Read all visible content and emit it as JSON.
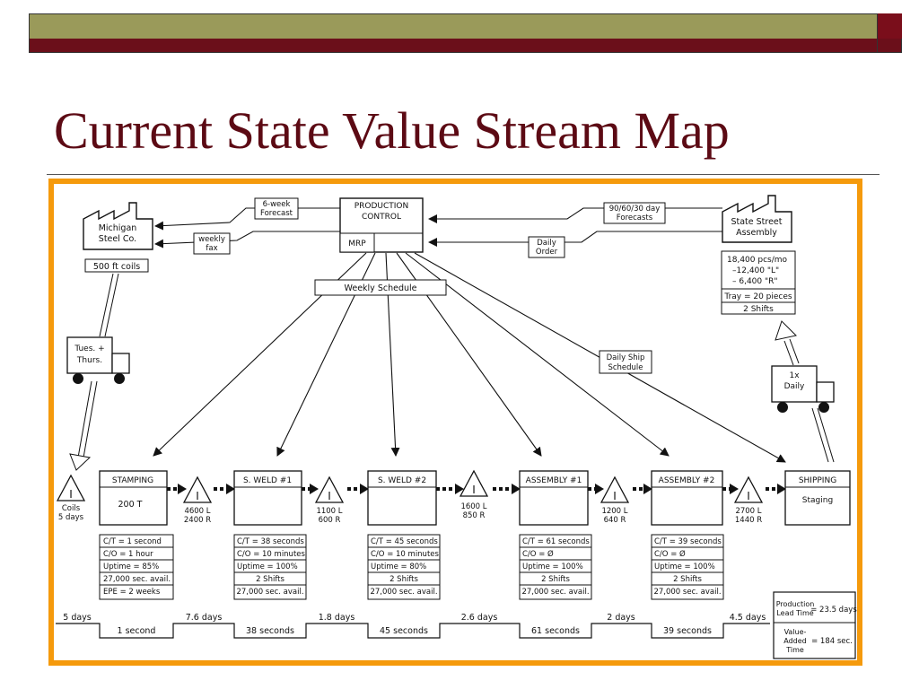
{
  "slide": {
    "title": "Current State Value Stream Map"
  },
  "supplier": {
    "name_line1": "Michigan",
    "name_line2": "Steel Co.",
    "coil_label": "500 ft coils"
  },
  "customer": {
    "name_line1": "State Street",
    "name_line2": "Assembly",
    "data": [
      "18,400 pcs/mo",
      "–12,400 \"L\"",
      "– 6,400 \"R\"",
      "Tray = 20 pieces",
      "2 Shifts"
    ]
  },
  "control": {
    "label_line1": "PRODUCTION",
    "label_line2": "CONTROL",
    "mrp": "MRP"
  },
  "info_flows": {
    "forecast_out_1": "6-week",
    "forecast_out_2": "Forecast",
    "fax_1": "weekly",
    "fax_2": "fax",
    "forecast_in_1": "90/60/30 day",
    "forecast_in_2": "Forecasts",
    "order_1": "Daily",
    "order_2": "Order",
    "weekly_schedule": "Weekly Schedule",
    "ship_sched_1": "Daily Ship",
    "ship_sched_2": "Schedule"
  },
  "trucks": {
    "inbound_1": "Tues. +",
    "inbound_2": "Thurs.",
    "outbound_1": "1x",
    "outbound_2": "Daily"
  },
  "inventory": [
    {
      "line1": "Coils",
      "line2": "5 days"
    },
    {
      "line1": "4600 L",
      "line2": "2400 R"
    },
    {
      "line1": "1100 L",
      "line2": "600 R"
    },
    {
      "line1": "1600 L",
      "line2": "850 R"
    },
    {
      "line1": "1200 L",
      "line2": "640 R"
    },
    {
      "line1": "2700 L",
      "line2": "1440 R"
    }
  ],
  "inventory_symbol": "I",
  "processes": [
    {
      "name": "STAMPING",
      "content": "200 T",
      "data": [
        "C/T = 1 second",
        "C/O = 1 hour",
        "Uptime = 85%",
        "27,000 sec. avail.",
        "EPE = 2 weeks"
      ]
    },
    {
      "name": "S. WELD #1",
      "content": "",
      "data": [
        "C/T = 38 seconds",
        "C/O = 10 minutes",
        "Uptime = 100%",
        "2 Shifts",
        "27,000 sec. avail."
      ]
    },
    {
      "name": "S. WELD #2",
      "content": "",
      "data": [
        "C/T = 45 seconds",
        "C/O = 10 minutes",
        "Uptime = 80%",
        "2 Shifts",
        "27,000 sec. avail."
      ]
    },
    {
      "name": "ASSEMBLY #1",
      "content": "",
      "data": [
        "C/T = 61 seconds",
        "C/O = Ø",
        "Uptime = 100%",
        "2 Shifts",
        "27,000 sec. avail."
      ]
    },
    {
      "name": "ASSEMBLY #2",
      "content": "",
      "data": [
        "C/T = 39 seconds",
        "C/O = Ø",
        "Uptime = 100%",
        "2 Shifts",
        "27,000 sec. avail."
      ]
    }
  ],
  "shipping": {
    "name": "SHIPPING",
    "content": "Staging"
  },
  "timeline": {
    "waits": [
      "5 days",
      "7.6 days",
      "1.8 days",
      "2.6 days",
      "2 days",
      "4.5 days"
    ],
    "cycles": [
      "1 second",
      "38 seconds",
      "45 seconds",
      "61 seconds",
      "39 seconds"
    ]
  },
  "summary": {
    "lead_label_1": "Production",
    "lead_label_2": "Lead Time",
    "lead_value": "= 23.5 days",
    "va_label_1": "Value-",
    "va_label_2": "Added",
    "va_label_3": "Time",
    "va_value": "= 184 sec."
  },
  "colors": {
    "title": "#5c0a14",
    "frame": "#f59a0c",
    "bar_olive": "#9a9a5a",
    "bar_maroon": "#6b0f1a"
  }
}
